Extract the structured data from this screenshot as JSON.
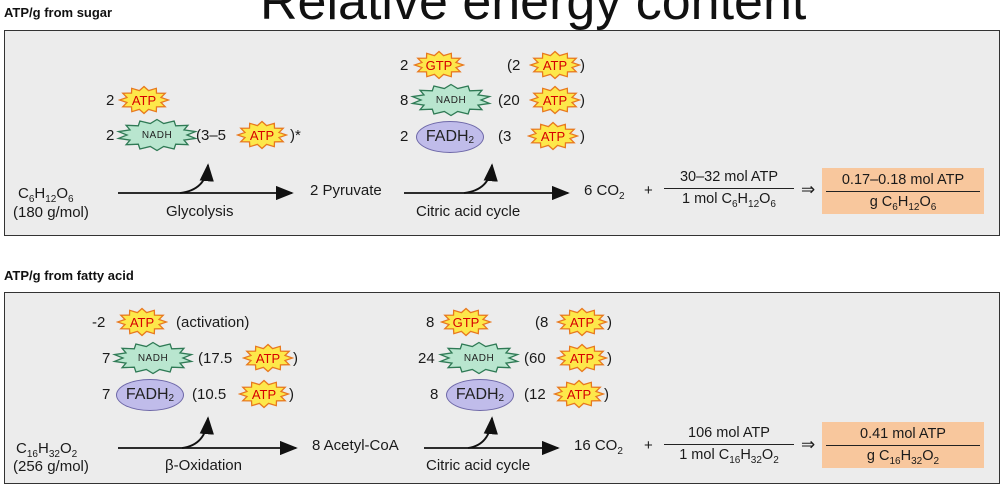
{
  "title": "Relative energy content",
  "sugar": {
    "label": "ATP/g from sugar",
    "glycolysis_products": [
      {
        "coef": "2",
        "carrier": "ATP",
        "suffix": ""
      },
      {
        "coef": "2",
        "carrier": "NADH",
        "paren_open": "(3–5",
        "atp": "ATP",
        "paren_close": ")*"
      }
    ],
    "tca_products": [
      {
        "coef": "2",
        "carrier": "GTP",
        "paren_open": "(2",
        "atp": "ATP",
        "paren_close": ")"
      },
      {
        "coef": "8",
        "carrier": "NADH",
        "paren_open": "(20",
        "atp": "ATP",
        "paren_close": ")"
      },
      {
        "coef": "2",
        "carrier": "FADH",
        "carrier_sub": "2",
        "paren_open": "(3",
        "atp": "ATP",
        "paren_close": ")"
      }
    ],
    "substrate_formula": "C6H12O6",
    "substrate_mass": "(180 g/mol)",
    "step1": "Glycolysis",
    "intermediate": "2 Pyruvate",
    "step2": "Citric acid cycle",
    "product": "6 CO",
    "product_sub": "2",
    "plus": "+",
    "ratio_num": "30–32 mol ATP",
    "ratio_den": "1 mol C6H12O6",
    "implies": "⇒",
    "result_num": "0.17–0.18 mol ATP",
    "result_den": "g C6H12O6"
  },
  "fat": {
    "label": "ATP/g from fatty acid",
    "oxidation_products": [
      {
        "coef": "-2",
        "carrier": "ATP",
        "note": "(activation)"
      },
      {
        "coef": "7",
        "carrier": "NADH",
        "paren_open": "(17.5",
        "atp": "ATP",
        "paren_close": ")"
      },
      {
        "coef": "7",
        "carrier": "FADH",
        "carrier_sub": "2",
        "paren_open": "(10.5",
        "atp": "ATP",
        "paren_close": ")"
      }
    ],
    "tca_products": [
      {
        "coef": "8",
        "carrier": "GTP",
        "paren_open": "(8",
        "atp": "ATP",
        "paren_close": ")"
      },
      {
        "coef": "24",
        "carrier": "NADH",
        "paren_open": "(60",
        "atp": "ATP",
        "paren_close": ")"
      },
      {
        "coef": "8",
        "carrier": "FADH",
        "carrier_sub": "2",
        "paren_open": "(12",
        "atp": "ATP",
        "paren_close": ")"
      }
    ],
    "substrate_formula": "C16H32O2",
    "substrate_mass": "(256 g/mol)",
    "step1": "β-Oxidation",
    "intermediate": "8 Acetyl-CoA",
    "step2": "Citric acid cycle",
    "product": "16 CO",
    "product_sub": "2",
    "plus": "+",
    "ratio_num": "106 mol ATP",
    "ratio_den": "1 mol C16H32O2",
    "implies": "⇒",
    "result_num": "0.41 mol ATP",
    "result_den": "g C16H32O2"
  },
  "colors": {
    "atp_fill": "#fde84a",
    "atp_stroke": "#e8781e",
    "atp_text": "#d60000",
    "nadh_fill": "#b9e6cf",
    "nadh_stroke": "#2f7a55",
    "fadh_fill": "#c0bcea",
    "panel_bg": "#ececec",
    "result_bg": "#f8c79d"
  }
}
